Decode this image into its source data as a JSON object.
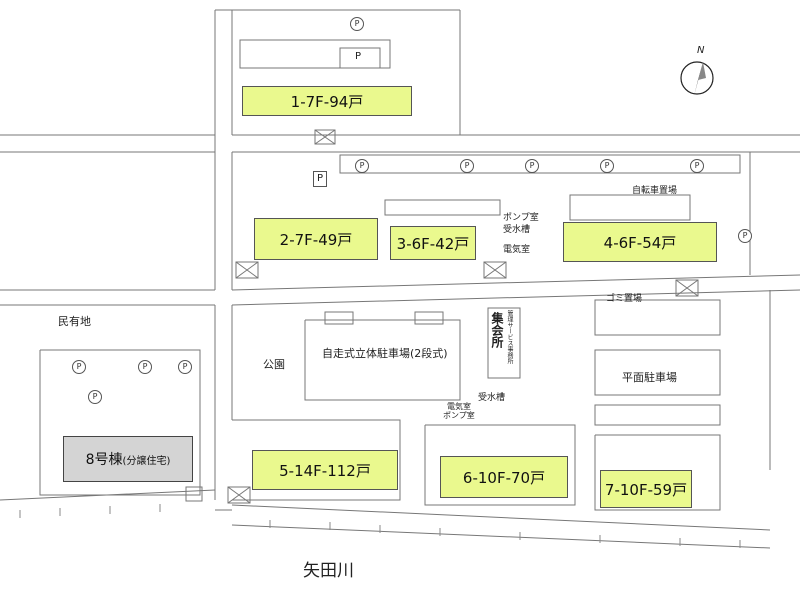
{
  "buildings": [
    {
      "id": "b1",
      "label": "1-7F-94戸"
    },
    {
      "id": "b2",
      "label": "2-7F-49戸"
    },
    {
      "id": "b3",
      "label": "3-6F-42戸"
    },
    {
      "id": "b4",
      "label": "4-6F-54戸"
    },
    {
      "id": "b5",
      "label": "5-14F-112戸"
    },
    {
      "id": "b6",
      "label": "6-10F-70戸"
    },
    {
      "id": "b7",
      "label": "7-10F-59戸"
    },
    {
      "id": "b8",
      "label": "8号棟",
      "note": "(分譲住宅)"
    }
  ],
  "labels": {
    "private_land": "民有地",
    "park": "公園",
    "parking_structure": "自走式立体駐車場(2段式)",
    "flat_parking": "平面駐車場",
    "bicycle_parking": "自転車置場",
    "pump_room_1": "ポンプ室",
    "water_tank_1": "受水槽",
    "electric_room_1": "電気室",
    "garbage": "ゴミ置場",
    "meeting_hall": "集会所",
    "management_office": "管理サービス事務所",
    "water_tank_2": "受水槽",
    "electric_room_2": "電気室",
    "pump_room_2": "ポンプ室",
    "river": "矢田川",
    "north": "N",
    "parking_mark": "P",
    "parking_circle": "P"
  },
  "colors": {
    "rental_building": "#eaf98e",
    "sale_building": "#d4d4d4",
    "outline": "#555555"
  },
  "icons": [
    "north-arrow-icon",
    "parking-icon"
  ]
}
